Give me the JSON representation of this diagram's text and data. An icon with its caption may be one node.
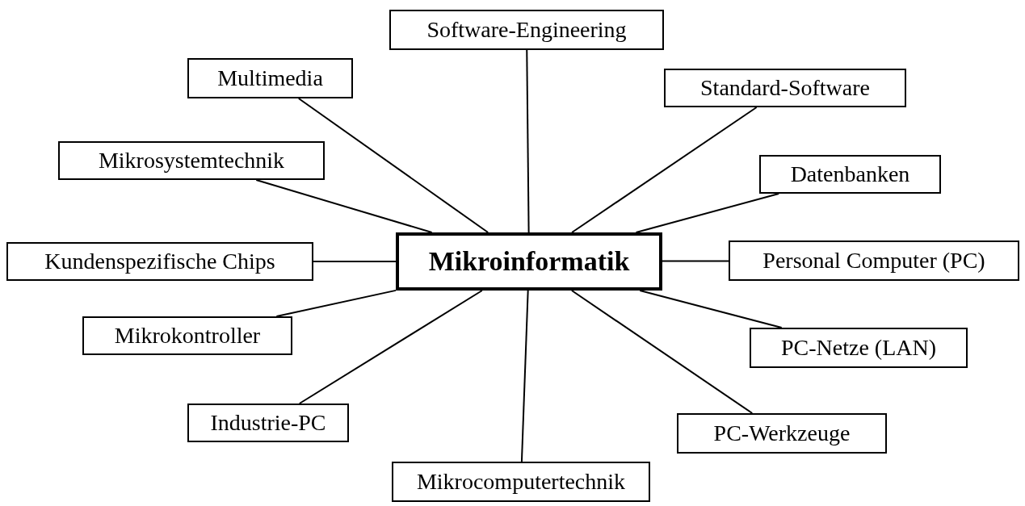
{
  "diagram": {
    "nodes": [
      {
        "text": [
          "Mikroinformatik"
        ]
      },
      {
        "text": [
          "Software-Engineering"
        ]
      },
      {
        "text": [
          "Multimedia"
        ]
      },
      {
        "text": [
          "Standard-Software"
        ]
      },
      {
        "text": [
          "Mikrosystemtechnik"
        ]
      },
      {
        "text": [
          "Datenbanken"
        ]
      },
      {
        "text": [
          "Kundenspezifische Chips"
        ]
      },
      {
        "text": [
          "Personal Computer (PC)"
        ]
      },
      {
        "text": [
          "Mikrokontroller"
        ]
      },
      {
        "text": [
          "PC-Netze (LAN)"
        ]
      },
      {
        "text": [
          "Industrie-PC"
        ]
      },
      {
        "text": [
          "PC-Werkzeuge"
        ]
      },
      {
        "text": [
          "Mikrocomputertechnik"
        ]
      }
    ],
    "edges": [
      {
        "from": 0,
        "to": 1,
        "arrow": "none"
      },
      {
        "from": 0,
        "to": 2,
        "arrow": "none"
      },
      {
        "from": 0,
        "to": 3,
        "arrow": "none"
      },
      {
        "from": 0,
        "to": 4,
        "arrow": "none"
      },
      {
        "from": 0,
        "to": 5,
        "arrow": "none"
      },
      {
        "from": 0,
        "to": 6,
        "arrow": "none"
      },
      {
        "from": 0,
        "to": 7,
        "arrow": "none"
      },
      {
        "from": 0,
        "to": 8,
        "arrow": "none"
      },
      {
        "from": 0,
        "to": 9,
        "arrow": "none"
      },
      {
        "from": 0,
        "to": 10,
        "arrow": "none"
      },
      {
        "from": 0,
        "to": 11,
        "arrow": "none"
      },
      {
        "from": 0,
        "to": 12,
        "arrow": "none"
      }
    ]
  }
}
